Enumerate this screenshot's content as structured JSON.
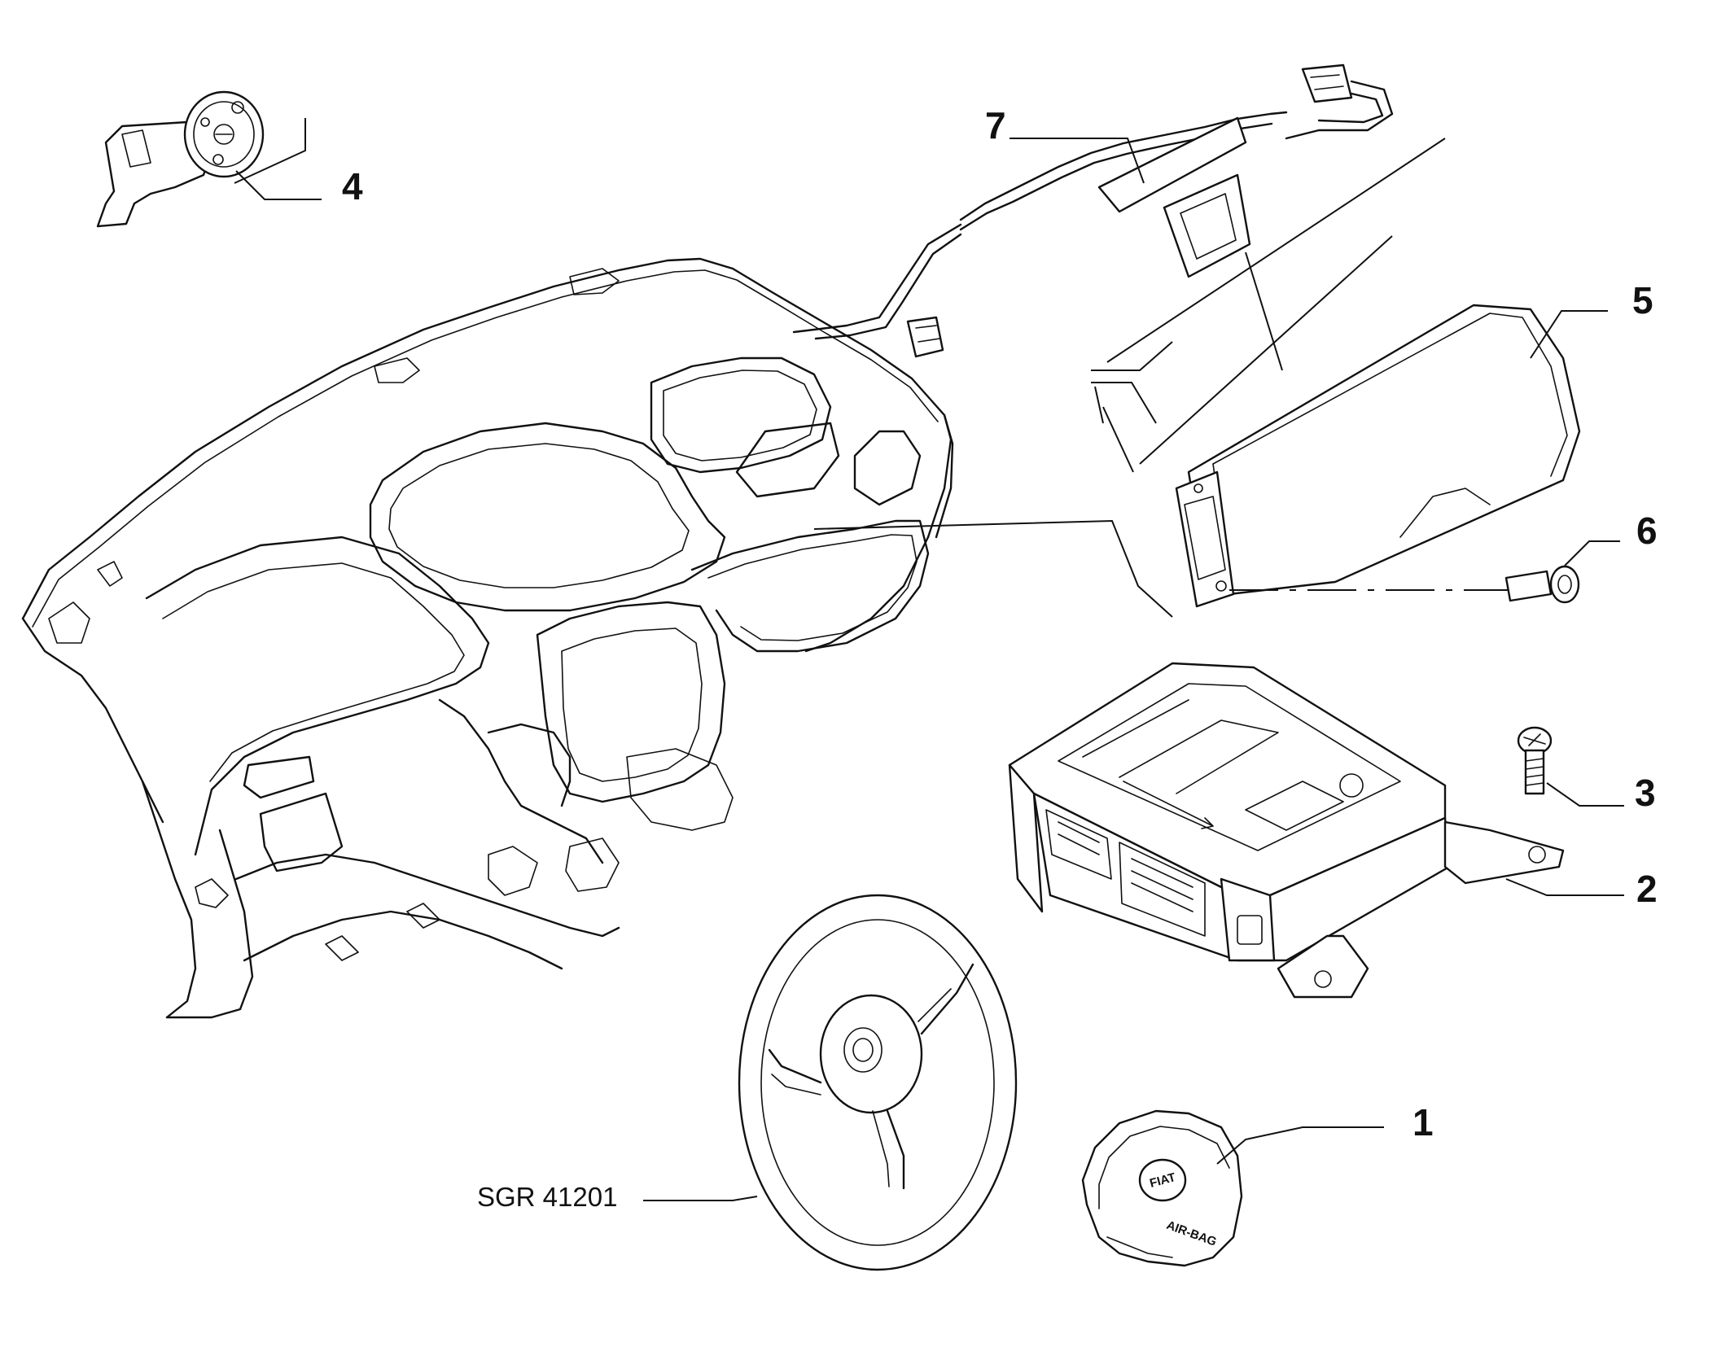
{
  "diagram": {
    "drawing_code": "SGR 41201",
    "callouts": [
      {
        "id": "1",
        "part": "driver-airbag-module"
      },
      {
        "id": "2",
        "part": "airbag-control-unit"
      },
      {
        "id": "3",
        "part": "control-unit-screw"
      },
      {
        "id": "4",
        "part": "passenger-airbag-disable-switch"
      },
      {
        "id": "5",
        "part": "passenger-airbag-module"
      },
      {
        "id": "6",
        "part": "passenger-airbag-bolt"
      },
      {
        "id": "7",
        "part": "wiring-harness"
      }
    ],
    "airbag_cover_text": "AIR-BAG",
    "logo_text": "FIAT"
  }
}
